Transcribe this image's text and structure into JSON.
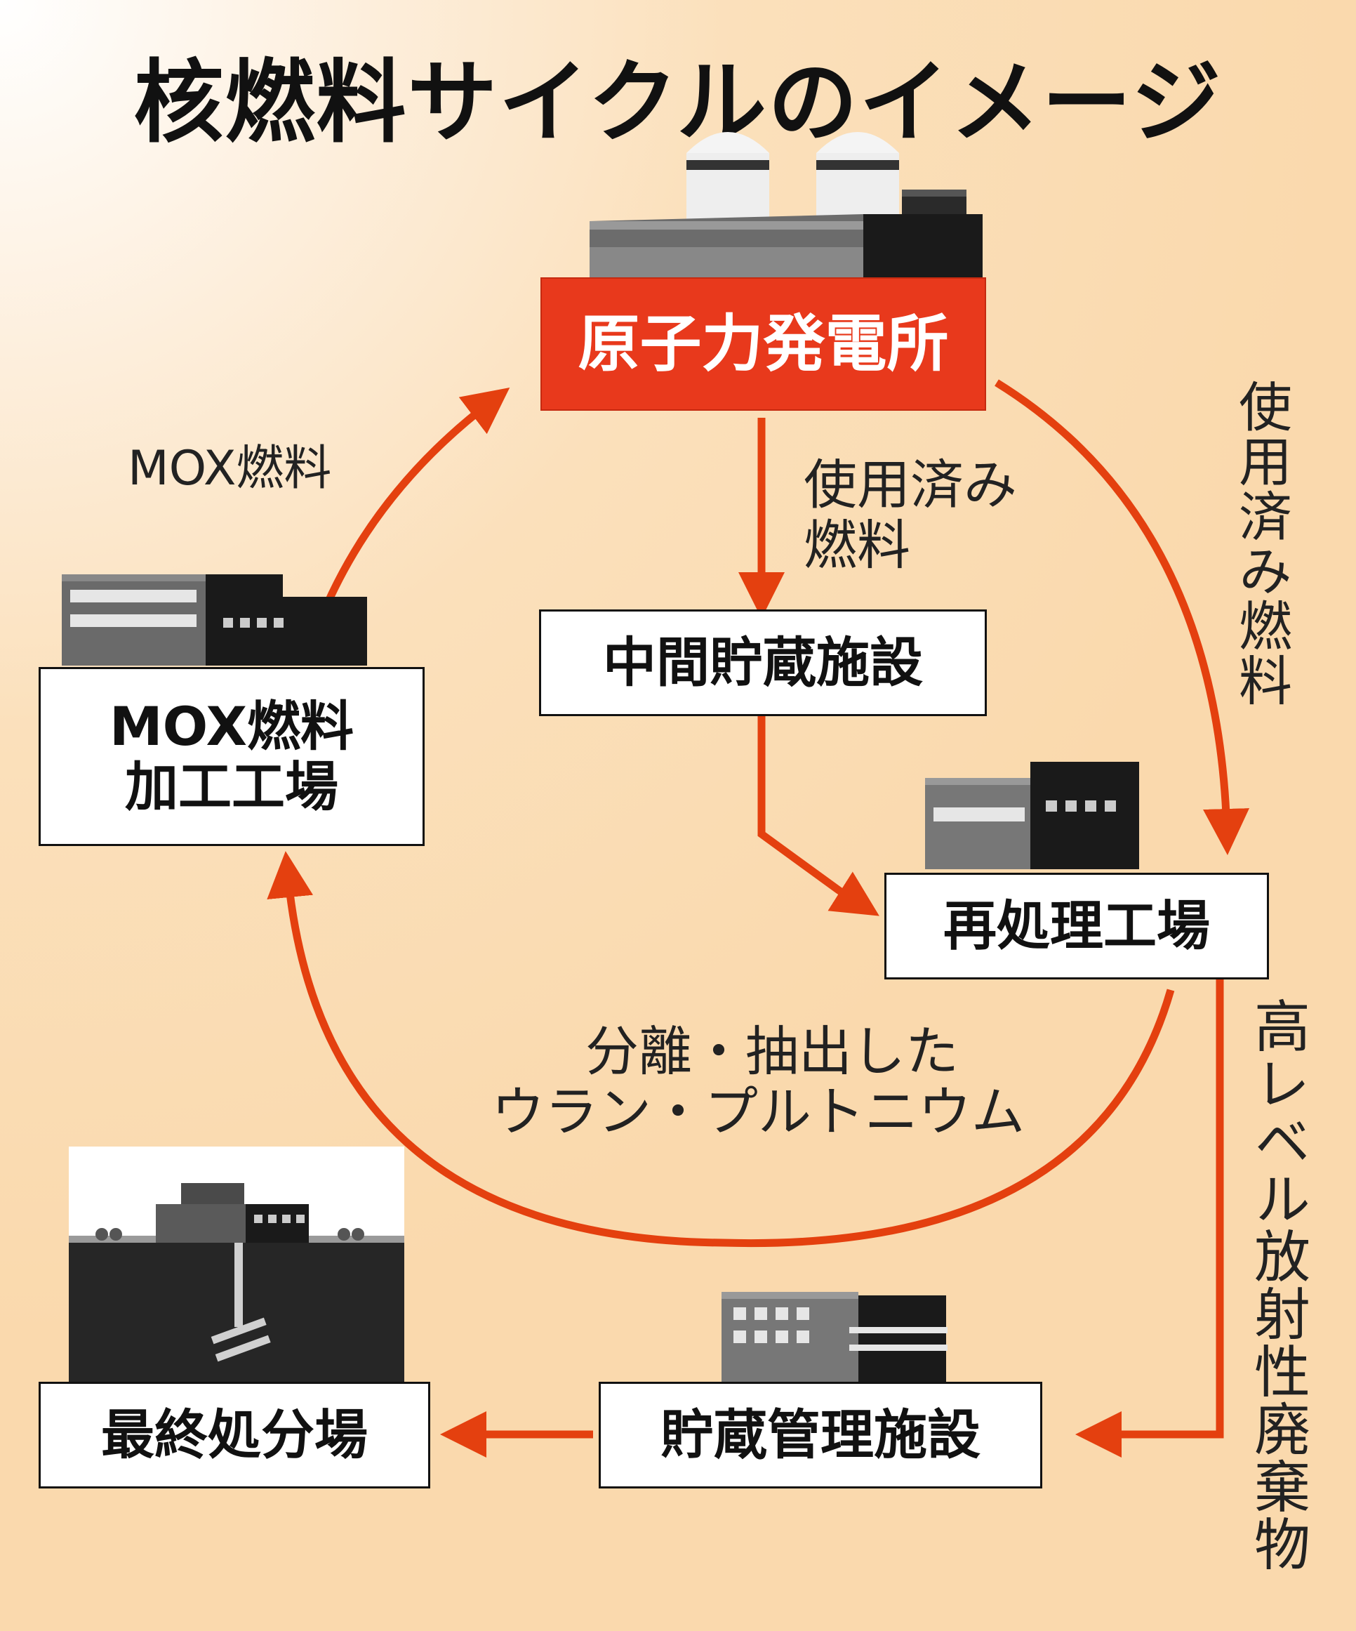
{
  "title": "核燃料サイクルのイメージ",
  "colors": {
    "arrow": "#e4400f",
    "power_plant_box": "#e8391c",
    "box_border": "#111111"
  },
  "nodes": {
    "power_plant": "原子力発電所",
    "interim_storage": "中間貯蔵施設",
    "reprocessing": "再処理工場",
    "mox_factory_line1": "MOX燃料",
    "mox_factory_line2": "加工工場",
    "storage_management": "貯蔵管理施設",
    "final_disposal": "最終処分場"
  },
  "flows": {
    "mox_fuel": "MOX燃料",
    "spent_fuel_center_line1": "使用済み",
    "spent_fuel_center_line2": "燃料",
    "spent_fuel_right": "使用済み燃料",
    "separated_line1": "分離・抽出した",
    "separated_line2": "ウラン・プルトニウム",
    "hlw": "高レベル放射性廃棄物"
  },
  "icons": [
    "reactor-building-icon",
    "mox-factory-icon",
    "reprocessing-plant-icon",
    "storage-facility-icon",
    "underground-repository-icon"
  ]
}
